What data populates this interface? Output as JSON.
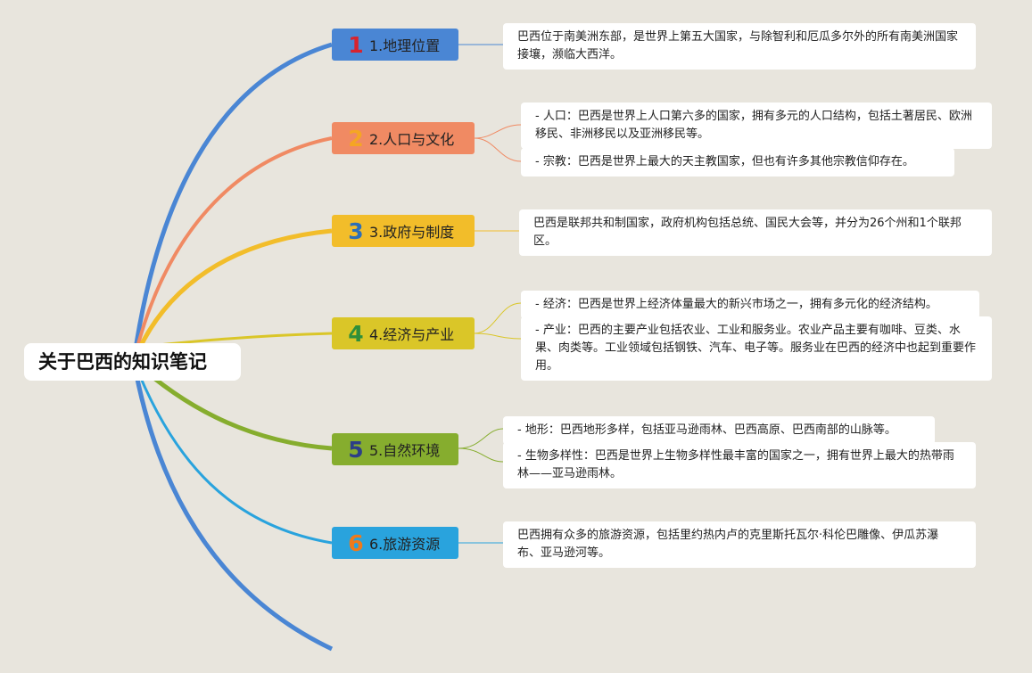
{
  "root": {
    "title": "关于巴西的知识笔记"
  },
  "colors": {
    "background": "#e8e5dd"
  },
  "branches": [
    {
      "number": "1",
      "label": "1.地理位置",
      "color": "#4a86d4",
      "num_color": "#d8232e",
      "notes": [
        "巴西位于南美洲东部，是世界上第五大国家，与除智利和厄瓜多尔外的所有南美洲国家接壤，濒临大西洋。"
      ]
    },
    {
      "number": "2",
      "label": "2.人口与文化",
      "color": "#f08a63",
      "num_color": "#f5a623",
      "notes": [
        "- 人口：巴西是世界上人口第六多的国家，拥有多元的人口结构，包括土著居民、欧洲移民、非洲移民以及亚洲移民等。",
        "- 宗教：巴西是世界上最大的天主教国家，但也有许多其他宗教信仰存在。"
      ]
    },
    {
      "number": "3",
      "label": "3.政府与制度",
      "color": "#f2bd2a",
      "num_color": "#2d6fb8",
      "notes": [
        "巴西是联邦共和制国家，政府机构包括总统、国民大会等，并分为26个州和1个联邦区。"
      ]
    },
    {
      "number": "4",
      "label": "4.经济与产业",
      "color": "#dac628",
      "num_color": "#2f8f3a",
      "notes": [
        "- 经济：巴西是世界上经济体量最大的新兴市场之一，拥有多元化的经济结构。",
        "- 产业：巴西的主要产业包括农业、工业和服务业。农业产品主要有咖啡、豆类、水果、肉类等。工业领域包括钢铁、汽车、电子等。服务业在巴西的经济中也起到重要作用。"
      ]
    },
    {
      "number": "5",
      "label": "5.自然环境",
      "color": "#86ad2e",
      "num_color": "#2c3f87",
      "notes": [
        "- 地形：巴西地形多样，包括亚马逊雨林、巴西高原、巴西南部的山脉等。",
        "- 生物多样性：巴西是世界上生物多样性最丰富的国家之一，拥有世界上最大的热带雨林——亚马逊雨林。"
      ]
    },
    {
      "number": "6",
      "label": "6.旅游资源",
      "color": "#29a3dd",
      "num_color": "#f07a1a",
      "notes": [
        "巴西拥有众多的旅游资源，包括里约热内卢的克里斯托瓦尔·科伦巴雕像、伊瓜苏瀑布、亚马逊河等。"
      ]
    }
  ]
}
